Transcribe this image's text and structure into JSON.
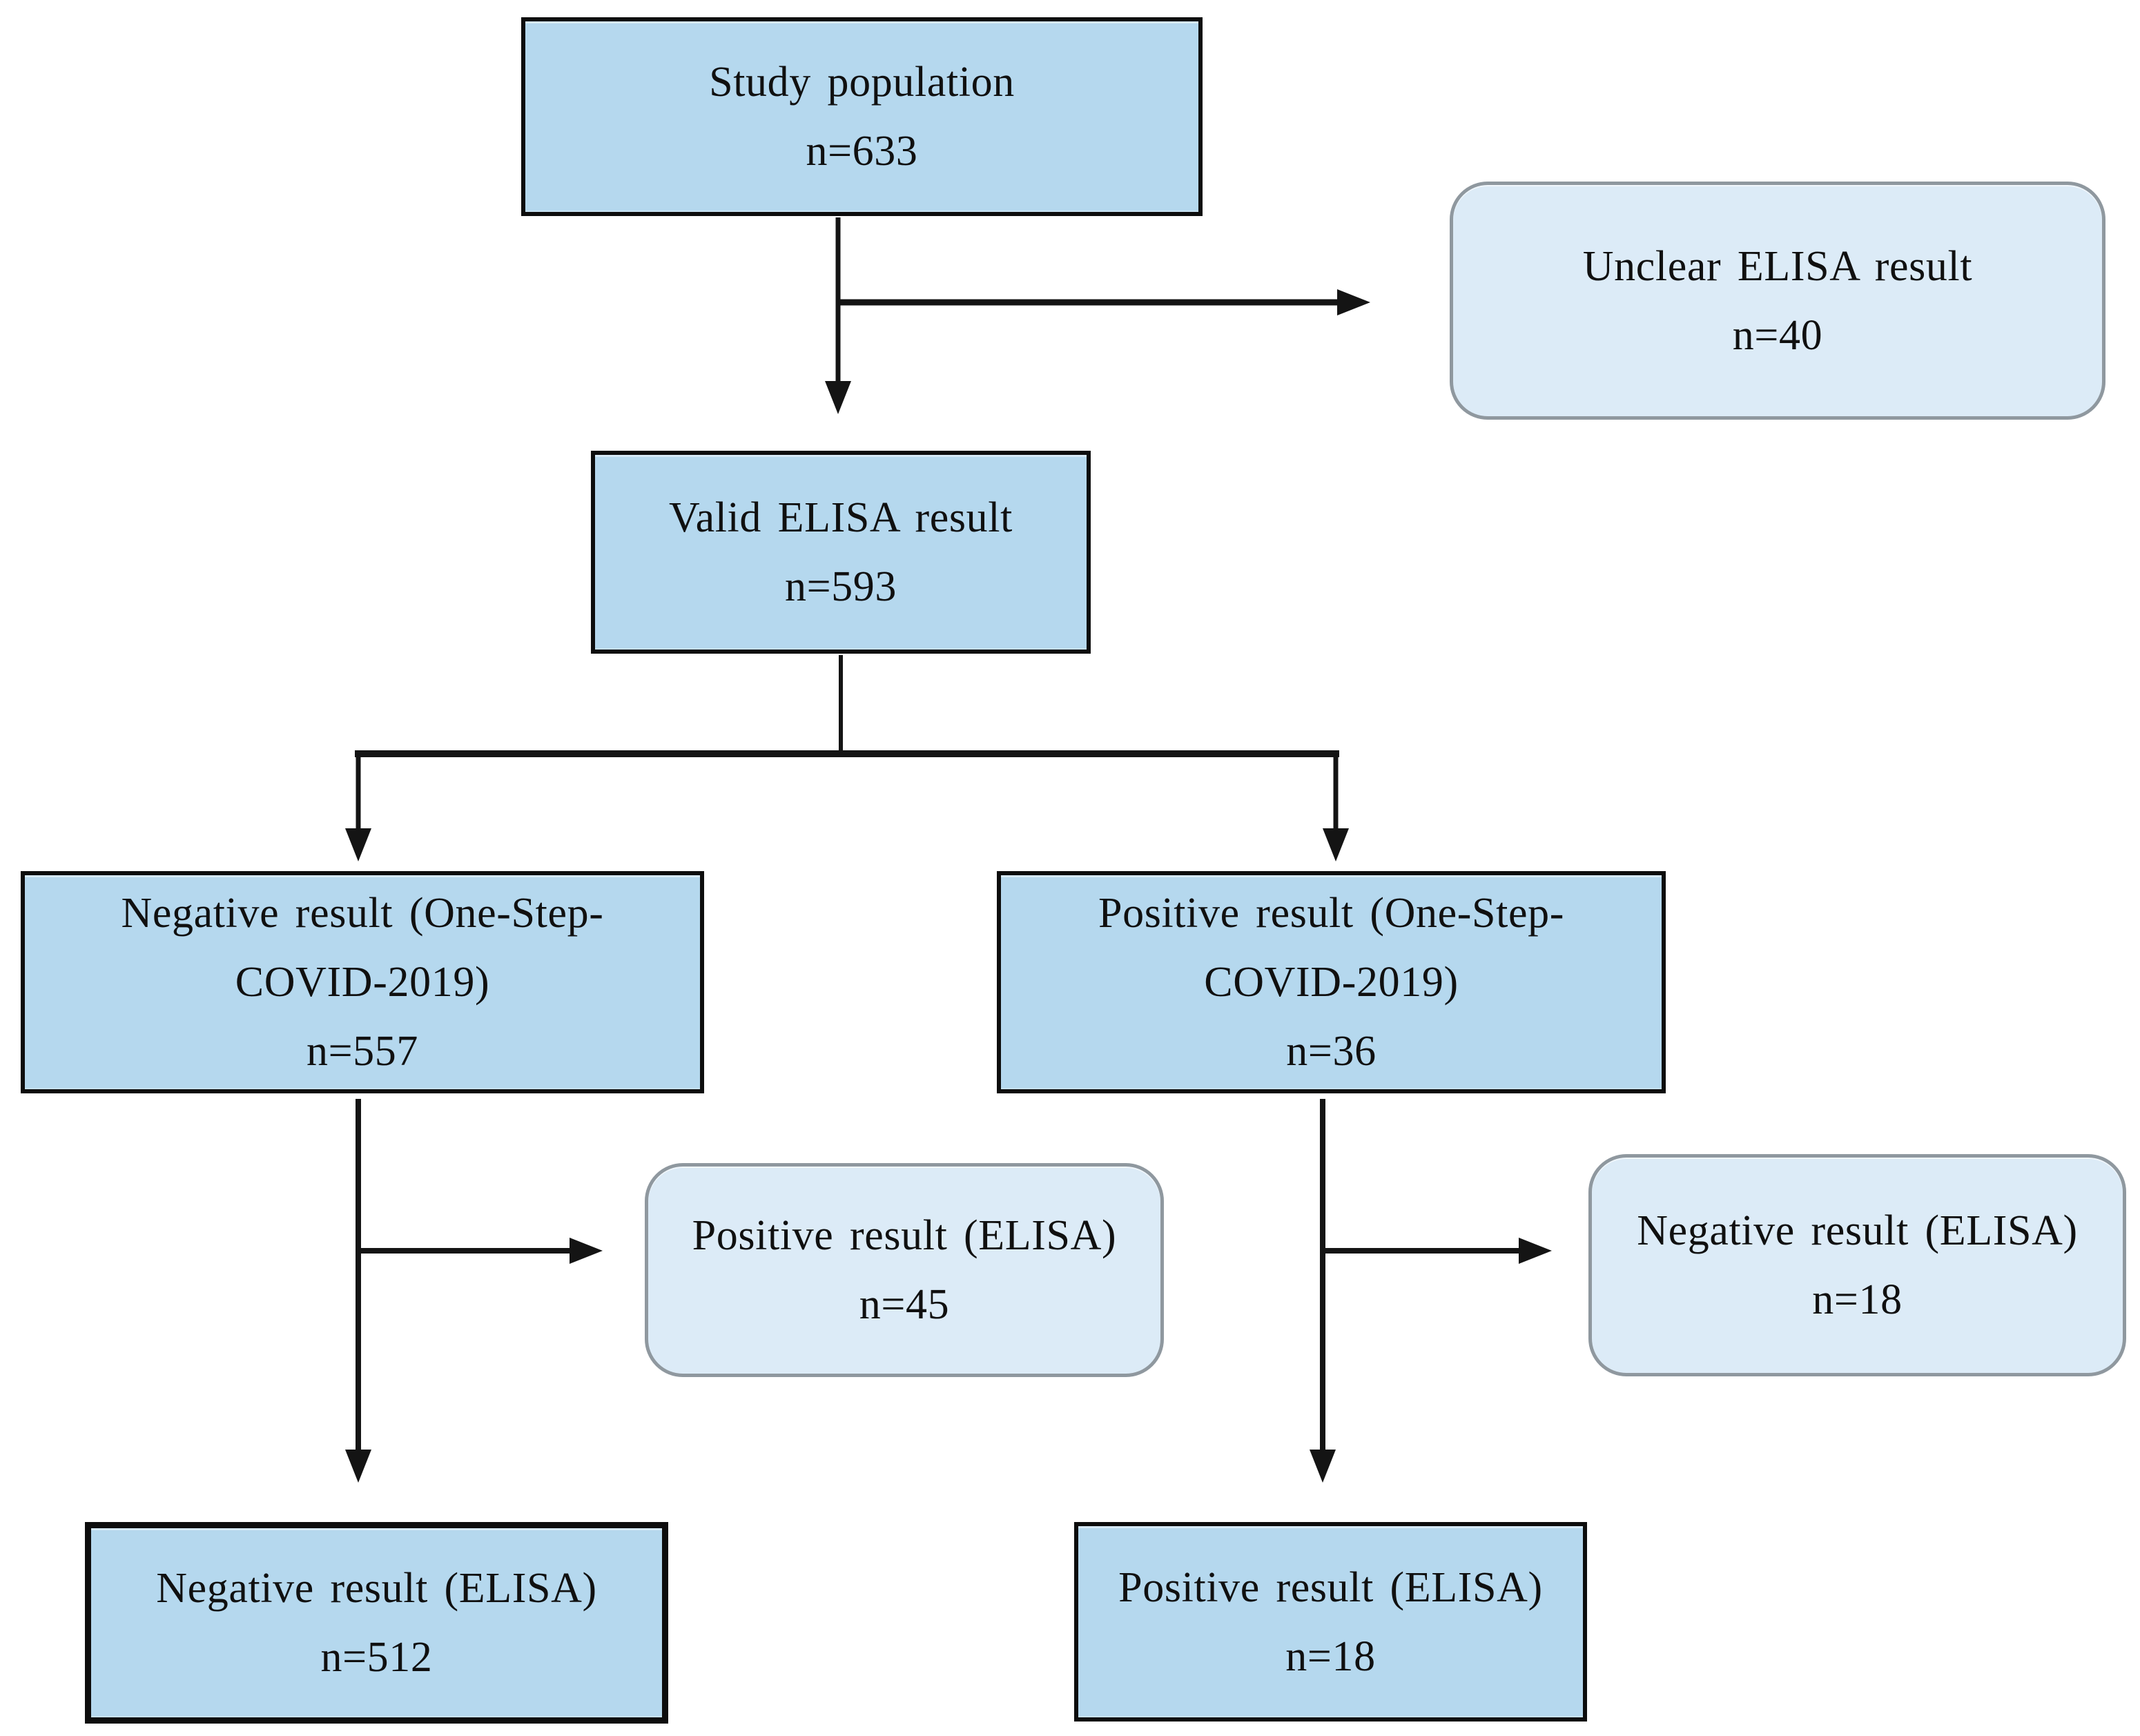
{
  "diagram": {
    "type": "flowchart",
    "nodes": {
      "study": {
        "label": "Study population",
        "n": "n=633"
      },
      "unclear": {
        "label": "Unclear ELISA result",
        "n": "n=40"
      },
      "valid": {
        "label": "Valid ELISA result",
        "n": "n=593"
      },
      "neg_onestep": {
        "label_line1": "Negative result (One-Step-",
        "label_line2": "COVID-2019)",
        "n": "n=557"
      },
      "pos_onestep": {
        "label_line1": "Positive result (One-Step-",
        "label_line2": "COVID-2019)",
        "n": "n=36"
      },
      "pos_elisa_mid": {
        "label": "Positive result (ELISA)",
        "n": "n=45"
      },
      "neg_elisa_mid": {
        "label": "Negative result (ELISA)",
        "n": "n=18"
      },
      "neg_elisa_final": {
        "label": "Negative result (ELISA)",
        "n": "n=512"
      },
      "pos_elisa_final": {
        "label": "Positive result (ELISA)",
        "n": "n=18"
      }
    },
    "edges": [
      {
        "from": "study",
        "to": "valid",
        "style": "arrow-down"
      },
      {
        "from": "study",
        "to": "unclear",
        "style": "arrow-right"
      },
      {
        "from": "valid",
        "to": "neg_onestep",
        "style": "arrow-down"
      },
      {
        "from": "valid",
        "to": "pos_onestep",
        "style": "arrow-down"
      },
      {
        "from": "neg_onestep",
        "to": "pos_elisa_mid",
        "style": "arrow-right"
      },
      {
        "from": "neg_onestep",
        "to": "neg_elisa_final",
        "style": "arrow-down"
      },
      {
        "from": "pos_onestep",
        "to": "neg_elisa_mid",
        "style": "arrow-right"
      },
      {
        "from": "pos_onestep",
        "to": "pos_elisa_final",
        "style": "arrow-down"
      }
    ],
    "colors": {
      "primary_box_fill": "#b5d8ee",
      "primary_box_border": "#0d0d0d",
      "side_box_fill": "#dcebf7",
      "side_box_border": "#8f989f",
      "connector": "#141414",
      "text": "#101010",
      "background": "#ffffff"
    }
  }
}
